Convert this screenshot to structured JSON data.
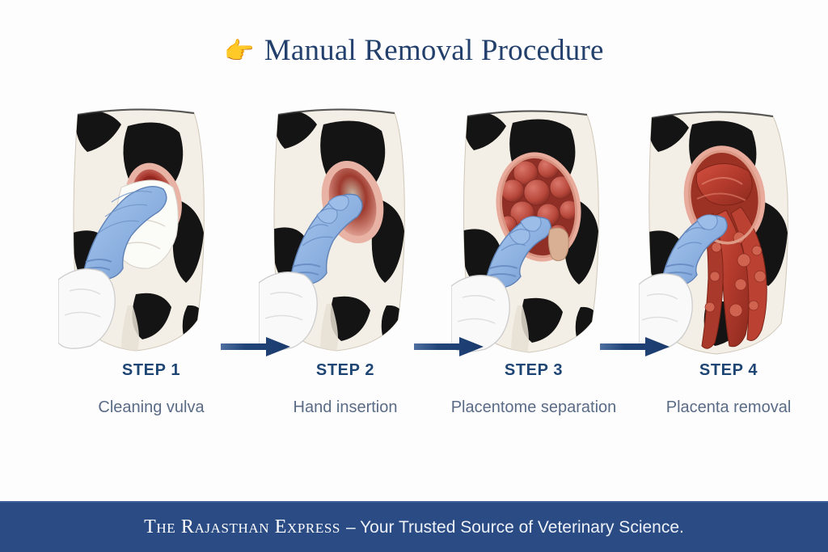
{
  "header": {
    "emoji_icon": "pointing-right-emoji",
    "emoji_glyph": "👉",
    "title": "Manual Removal Procedure",
    "title_color": "#22406b"
  },
  "steps": [
    {
      "step_label": "STEP 1",
      "description": "Cleaning vulva",
      "illustration": "gloved-hand-cleaning-vulva-with-cloth"
    },
    {
      "step_label": "STEP 2",
      "description": "Hand insertion",
      "illustration": "gloved-hand-inserting-into-vulva"
    },
    {
      "step_label": "STEP 3",
      "description": "Placentome separation",
      "illustration": "gloved-hand-separating-placentomes"
    },
    {
      "step_label": "STEP 4",
      "description": "Placenta removal",
      "illustration": "placenta-membranes-being-removed"
    }
  ],
  "arrows": {
    "icon": "right-arrow-icon",
    "color": "#1f3f73",
    "count": 3
  },
  "footer": {
    "brand": "The Rajasthan Express",
    "tagline": "– Your Trusted Source of Veterinary Science.",
    "background_color": "#2b4b84",
    "text_color": "#ffffff"
  },
  "theme": {
    "page_background": "#fdfdfe",
    "step_label_color": "#1e4573",
    "caption_color": "#5a6b85",
    "cow_hide_white": "#f4efe6",
    "cow_hide_black": "#1a1a1a",
    "glove_blue": "#8fb4e3",
    "tissue_pink": "#e8a89a",
    "tissue_red": "#b9392e",
    "sleeve_white": "#f8f8f8"
  }
}
